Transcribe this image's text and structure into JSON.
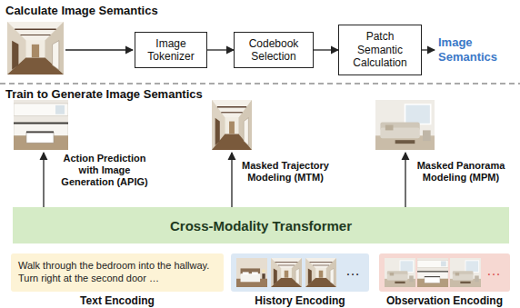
{
  "diagram": {
    "nodes": [
      {
        "text": [
          "Image Tokenizer"
        ]
      },
      {
        "text": [
          "Codebook Selection"
        ]
      },
      {
        "text": [
          "Patch Semantic Calculation"
        ]
      },
      {
        "text": [
          "Image Semantics"
        ]
      },
      {
        "text": [
          "Cross-Modality Transformer"
        ]
      },
      {
        "text": [
          "Walk through the bedroom into the hallway. Turn right at the second door …",
          "Text Encoding"
        ]
      },
      {
        "text": [
          "…",
          "History Encoding"
        ]
      },
      {
        "text": [
          "…",
          "Observation Encoding"
        ]
      }
    ],
    "edges": [
      {
        "from": 0,
        "to": 1,
        "arrow": "to"
      },
      {
        "from": 1,
        "to": 2,
        "arrow": "to"
      },
      {
        "from": 2,
        "to": 3,
        "arrow": "to"
      }
    ],
    "labels": [
      "Calculate Image Semantics",
      "Train to Generate Image Semantics",
      "Action Prediction with Image Generation (APIG)",
      "Masked Trajectory Modeling (MTM)",
      "Masked Panorama Modeling (MPM)"
    ]
  }
}
